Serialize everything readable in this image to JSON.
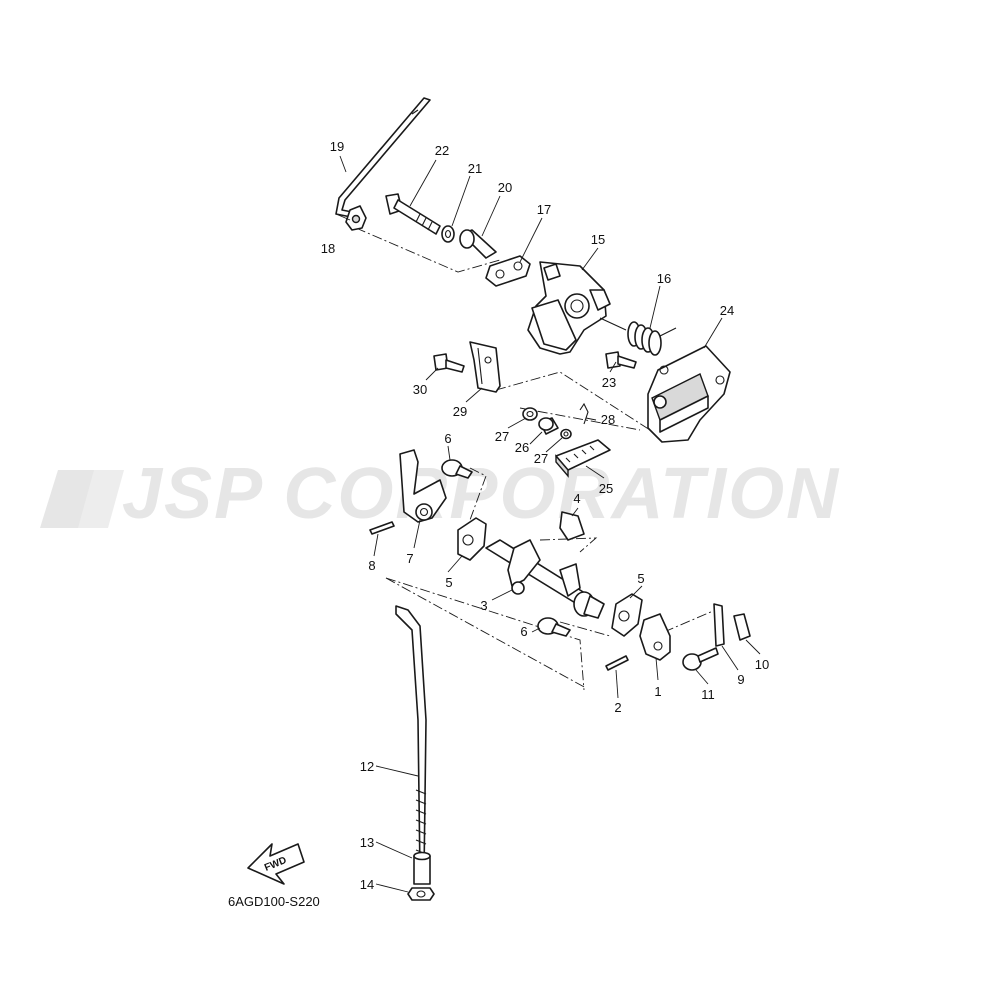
{
  "watermark": {
    "text": "JSP CORPORATION"
  },
  "diagram_code": "6AGD100-S220",
  "fwd_arrow": {
    "text": "FWD"
  },
  "callouts": [
    "1",
    "2",
    "3",
    "4",
    "5",
    "5",
    "6",
    "6",
    "7",
    "8",
    "9",
    "10",
    "11",
    "12",
    "13",
    "14",
    "15",
    "16",
    "17",
    "18",
    "19",
    "20",
    "21",
    "22",
    "23",
    "24",
    "25",
    "26",
    "27",
    "27",
    "28",
    "29",
    "30"
  ]
}
